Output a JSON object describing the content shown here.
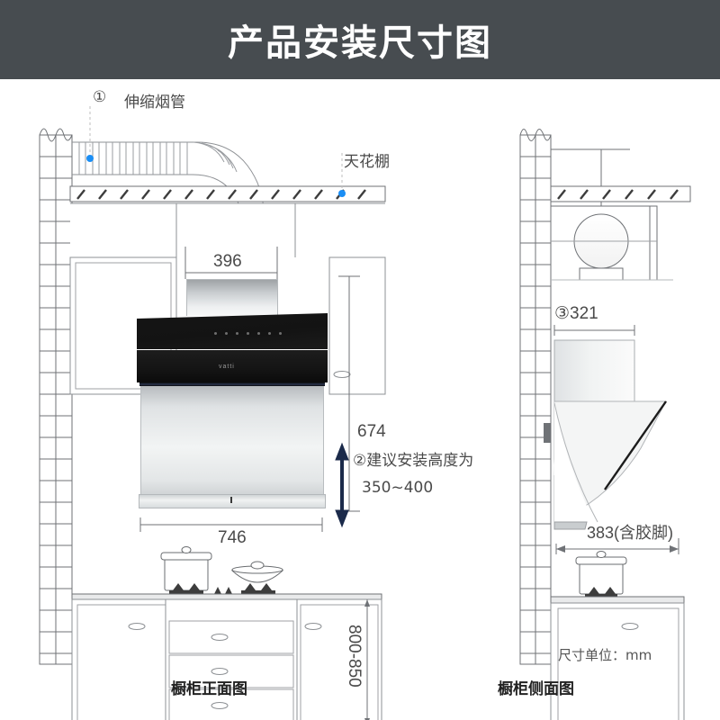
{
  "header": {
    "title": "产品安装尺寸图"
  },
  "front_view": {
    "caption": "橱柜正面图",
    "callout_duct": {
      "marker": "①",
      "label": "伸缩烟管"
    },
    "callout_ceiling": {
      "label": "天花棚"
    },
    "dim_chimney_width": "396",
    "dim_hood_height": "674",
    "dim_hood_width": "746",
    "dim_counter_height": "800-850",
    "note_install": {
      "line1": "②建议安装高度为",
      "line2": "350~400"
    }
  },
  "side_view": {
    "caption": "橱柜侧面图",
    "dim_duct_depth": "③321",
    "dim_hood_depth": "383(含胶脚)",
    "unit_note": "尺寸单位：mm"
  },
  "colors": {
    "header_bg": "#474c50",
    "header_text": "#ffffff",
    "line": "#6f7276",
    "marker_blue": "#1a8ef5",
    "arrow_navy": "#1b2a4a",
    "text": "#4a4a4a"
  }
}
